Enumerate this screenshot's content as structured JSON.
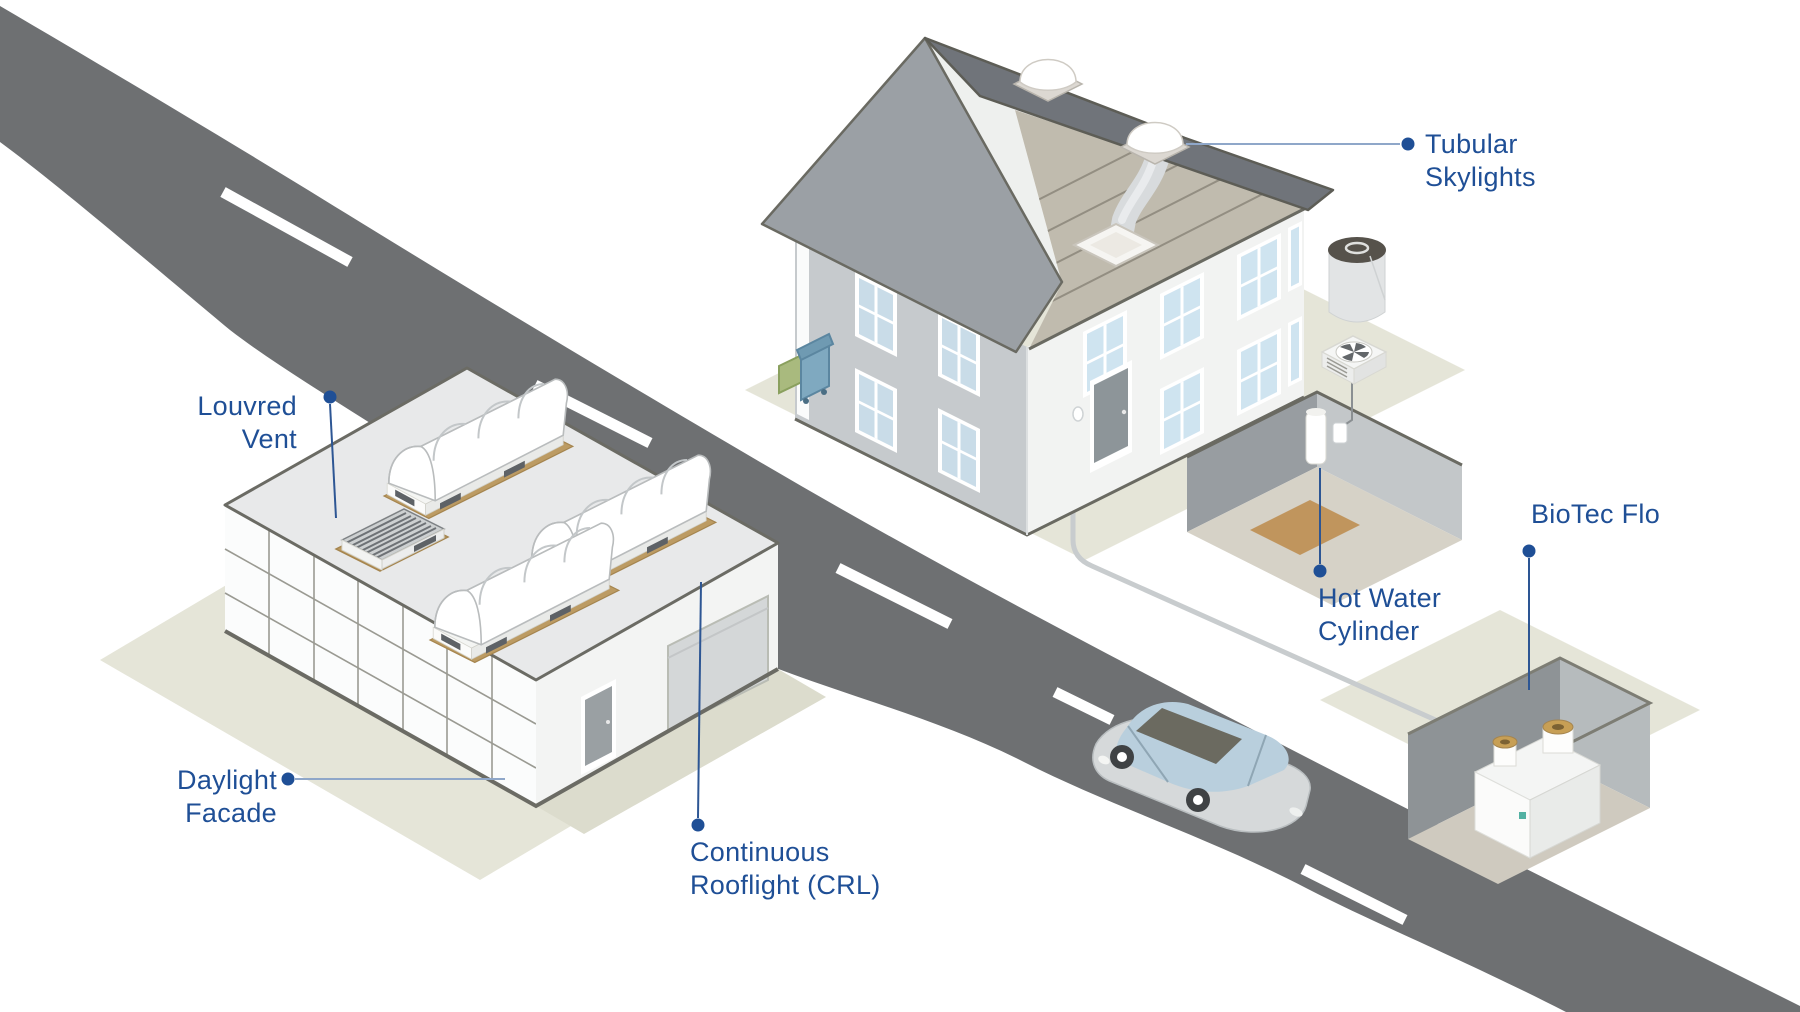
{
  "labels": {
    "tubular_skylights": {
      "text": "Tubular\nSkylights"
    },
    "louvred_vent": {
      "text": "Louvred\nVent"
    },
    "daylight_facade": {
      "text": "Daylight\nFacade"
    },
    "continuous_rooflight": {
      "text": "Continuous\nRooflight (CRL)"
    },
    "hot_water_cylinder": {
      "text": "Hot Water\nCylinder"
    },
    "biotec_flo": {
      "text": "BioTec Flo"
    }
  },
  "colors": {
    "label_blue": "#1f4f96",
    "leader_light": "#8fa7c9",
    "leader_dark": "#2d5694",
    "road_gray": "#6e7072",
    "ground_beige": "#e5e5d8",
    "roof_dark": "#70747a",
    "roof_medium": "#9ba0a5",
    "attic_floor": "#c0bbae",
    "rooflight_base_tan": "#bc9b63",
    "window_glass": "#cfe4f0"
  },
  "scene": {
    "objects": [
      "road",
      "road-markings",
      "industrial-building",
      "daylight-facade",
      "continuous-rooflights",
      "louvred-vent",
      "house",
      "tubular-skylights",
      "sun-tube",
      "attic-floor",
      "wheelie-bin",
      "recycling-crate",
      "water-tank",
      "fan-unit",
      "basement-cutaway",
      "hot-water-cylinder",
      "service-pipe",
      "biotec-flo-unit",
      "underground-cutaway",
      "car"
    ]
  }
}
